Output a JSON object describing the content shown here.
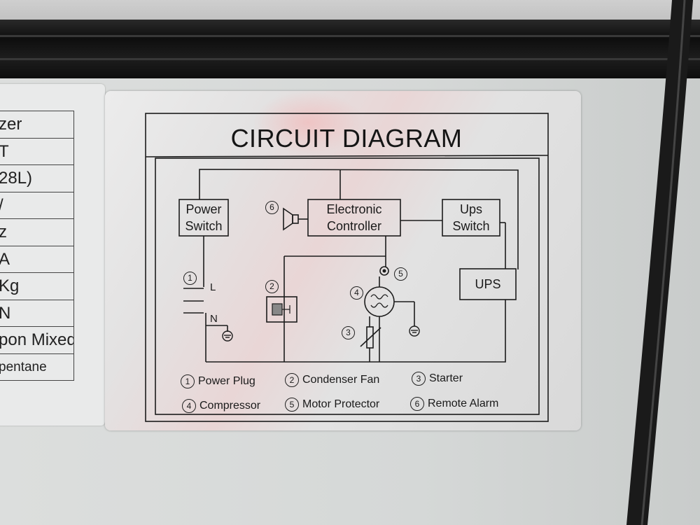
{
  "spec_label": {
    "rows": [
      {
        "text": "zer"
      },
      {
        "text": "T"
      },
      {
        "text": "28L)"
      },
      {
        "text": "/"
      },
      {
        "text": "z"
      },
      {
        "text": "A"
      },
      {
        "text": "Kg"
      },
      {
        "text": "N"
      },
      {
        "text": "pon Mixed"
      },
      {
        "text": "pentane"
      }
    ]
  },
  "diagram": {
    "title": "CIRCUIT DIAGRAM",
    "boxes": {
      "power_switch": "Power\nSwitch",
      "electronic_controller": "Electronic\nController",
      "ups_switch": "Ups\nSwitch",
      "ups": "UPS"
    },
    "line_labels": {
      "L": "L",
      "N": "N"
    },
    "markers": {
      "m1": "1",
      "m2": "2",
      "m3": "3",
      "m4": "4",
      "m5": "5",
      "m6": "6"
    },
    "legend": [
      {
        "num": "1",
        "label": "Power Plug"
      },
      {
        "num": "2",
        "label": "Condenser Fan"
      },
      {
        "num": "3",
        "label": "Starter"
      },
      {
        "num": "4",
        "label": "Compressor"
      },
      {
        "num": "5",
        "label": "Motor Protector"
      },
      {
        "num": "6",
        "label": "Remote Alarm"
      }
    ]
  }
}
